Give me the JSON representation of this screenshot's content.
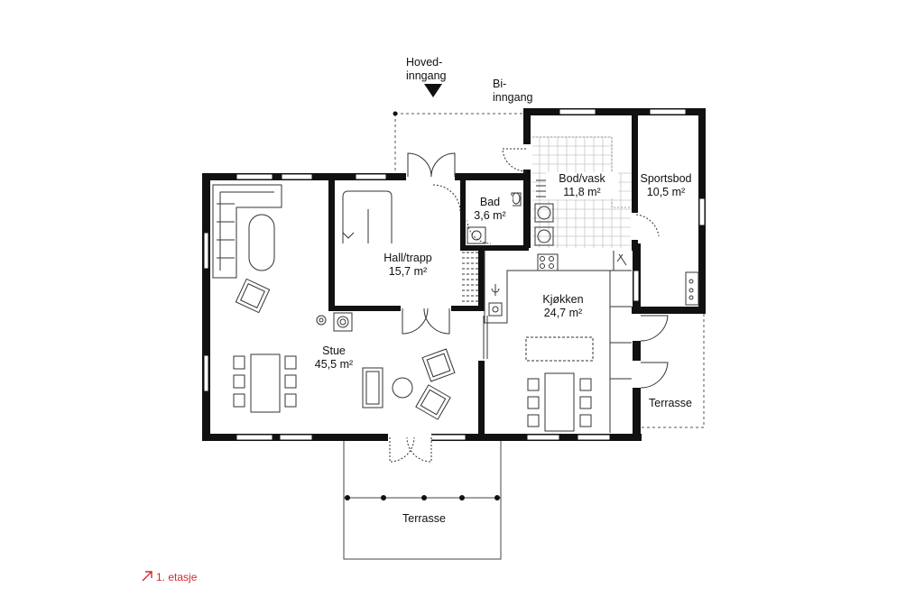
{
  "entrances": {
    "main": [
      "Hoved-",
      "inngang"
    ],
    "side": [
      "Bi-",
      "inngang"
    ]
  },
  "rooms": {
    "bad": {
      "name": "Bad",
      "area": "3,6 m²"
    },
    "bod_vask": {
      "name": "Bod/vask",
      "area": "11,8 m²"
    },
    "sportsbod": {
      "name": "Sportsbod",
      "area": "10,5 m²"
    },
    "hall": {
      "name": "Hall/trapp",
      "area": "15,7 m²"
    },
    "kjokken": {
      "name": "Kjøkken",
      "area": "24,7 m²"
    },
    "stue": {
      "name": "Stue",
      "area": "45,5 m²"
    },
    "terrasse_right": {
      "name": "Terrasse"
    },
    "terrasse_bottom": {
      "name": "Terrasse"
    }
  },
  "caption": "1. etasje",
  "colors": {
    "wall": "#111111",
    "caption_accent": "#d8262f",
    "tile_grid": "#c8c8c8"
  }
}
